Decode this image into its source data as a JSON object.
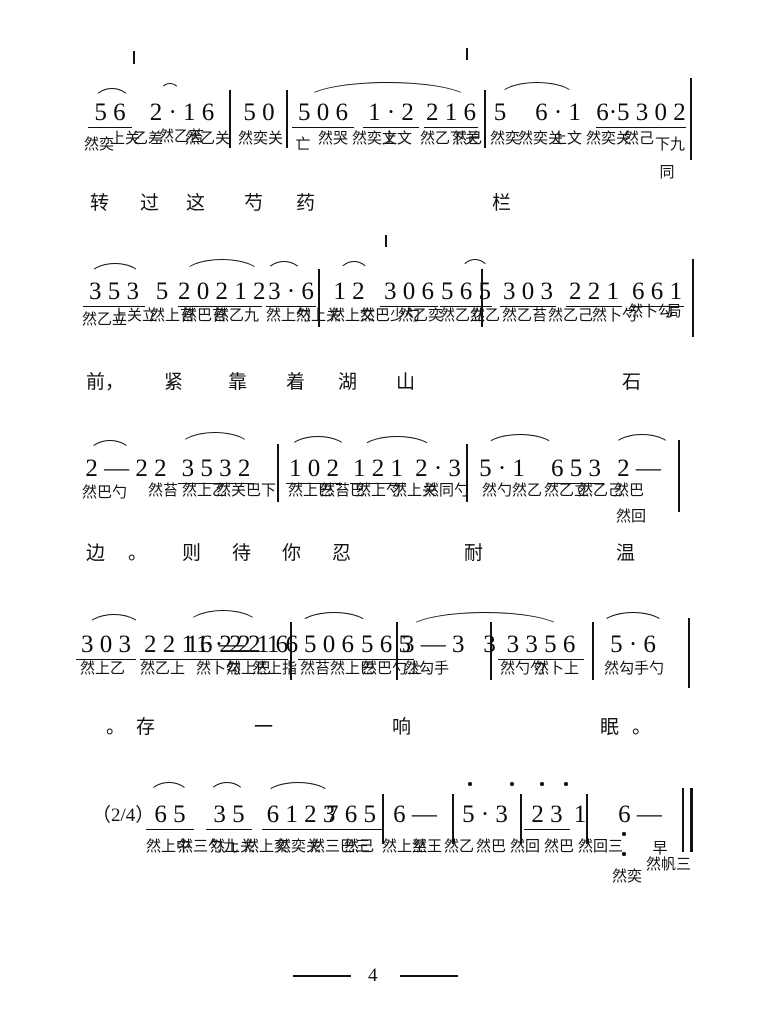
{
  "document": {
    "type": "chinese-gongche-jianpu-score",
    "page_label": "4",
    "meter_mark": "（2/4）"
  },
  "systems": [
    {
      "id": "system-1",
      "measures": [
        {
          "notes": "5 6",
          "underline": "under-2"
        },
        {
          "notes": "2 · 1 6",
          "underline": "under-mixed"
        },
        {
          "notes": "5 0"
        },
        {
          "notes": "5 0 6",
          "underline": "under-3"
        },
        {
          "notes": "1 · 2",
          "underline": "under-1"
        },
        {
          "notes": "2 1 6",
          "underline": "under-2"
        },
        {
          "notes": "5"
        },
        {
          "notes": "6 · 1"
        },
        {
          "notes": "6·5 3 0 2",
          "underline": "under-mixed"
        }
      ],
      "lyrics": [
        "转",
        "过",
        "这",
        "芍",
        "药",
        "栏"
      ]
    },
    {
      "id": "system-2",
      "measures": [
        {
          "notes": "3 5 3",
          "underline": "under-3"
        },
        {
          "notes": "5"
        },
        {
          "notes": "2 0 2 1 2",
          "underline": "under-5"
        },
        {
          "notes": "3 · 6",
          "underline": "under-1"
        },
        {
          "notes": "1 2"
        },
        {
          "notes": "3 0 6",
          "underline": "under-3"
        },
        {
          "notes": "5 6 5",
          "underline": "under-3"
        },
        {
          "notes": "3 0 3",
          "underline": "under-3"
        },
        {
          "notes": "2 2 1",
          "underline": "under-3"
        },
        {
          "notes": "6 6 1",
          "underline": "under-2"
        }
      ],
      "lyrics": [
        "前，",
        "紧",
        "靠",
        "着",
        "湖",
        "山",
        "石"
      ]
    },
    {
      "id": "system-3",
      "measures": [
        {
          "notes": "2 — 2 2"
        },
        {
          "notes": "3 5 3 2",
          "underline": "under-4"
        },
        {
          "notes": "1 0 2",
          "underline": "under-3"
        },
        {
          "notes": "1 2 1",
          "underline": "under-3"
        },
        {
          "notes": "2 · 3"
        },
        {
          "notes": "5 · 1"
        },
        {
          "notes": "6 5 3",
          "underline": "under-3"
        },
        {
          "notes": "2 —"
        }
      ],
      "lyrics": [
        "边",
        "。",
        "则",
        "待",
        "你",
        "忍",
        "耐",
        "温"
      ]
    },
    {
      "id": "system-4",
      "measures": [
        {
          "notes": "3 0 3",
          "underline": "under-3"
        },
        {
          "notes": "2 2 1",
          "underline": "under-3"
        },
        {
          "notes": "6 —"
        },
        {
          "notes": "1 · 2 2 1 6",
          "underline": "under-mixed"
        },
        {
          "notes": "5 0 6",
          "underline": "under-3"
        },
        {
          "notes": "5 6 5",
          "underline": "under-3"
        },
        {
          "notes": "3 — 3   3"
        },
        {
          "notes": "3 3 5 6",
          "underline": "under-2"
        },
        {
          "notes": "5 · 6",
          "underline": "under-1"
        }
      ],
      "lyrics": [
        "。",
        "存",
        "一",
        "响",
        "眠",
        "。"
      ]
    },
    {
      "id": "system-5",
      "measures": [
        {
          "notes": "6 5",
          "underline": "under-2"
        },
        {
          "notes": "3 5",
          "underline": "under-2"
        },
        {
          "notes": "6 1 2 3",
          "underline": "under-4"
        },
        {
          "notes": "7 6 5",
          "underline": "under-3"
        },
        {
          "notes": "6 —"
        },
        {
          "notes": "5 · 3"
        },
        {
          "notes": "2 3",
          "underline": "under-2"
        },
        {
          "notes": "1"
        },
        {
          "notes": "6 —"
        }
      ],
      "lyrics": []
    }
  ],
  "gongche_columns": {
    "system1": [
      "然奕",
      "上关",
      "乙差",
      "然乙苔",
      "然乙关",
      "然奕关",
      "然奕关",
      "亡",
      "然哭",
      "然奕文",
      "上文",
      "然乙下关",
      "然己",
      "然奕",
      "然奕关",
      "上文",
      "然奕关",
      "然己",
      "下九",
      "同"
    ],
    "system2": [
      "然乙立",
      "上关立",
      "然上苔",
      "然巴苔",
      "然乙九",
      "然上勺",
      "然上关",
      "然上文",
      "然巴少勺",
      "然乙奕",
      "然乙立",
      "然乙",
      "然乙苔",
      "然乙己",
      "然卜勺",
      "然卜勾",
      "局",
      "石"
    ],
    "system3": [
      "然巴勺",
      "然苔",
      "然上乙",
      "然关巴下",
      "然上巴",
      "然苔巴",
      "然上勺",
      "然上关",
      "然同勺",
      "然勺",
      "然乙",
      "然乙立",
      "然乙己",
      "然巴",
      "然回"
    ],
    "system4": [
      "然上乙",
      "然乙上",
      "然卜勾",
      "然上巴",
      "然上指",
      "然苔",
      "然上巴",
      "然巴勺上",
      "然勾手",
      "然勺勺",
      "然卜上",
      "然勾手勺",
      "然勾勺"
    ],
    "system5": [
      "然上中",
      "然三勺九",
      "然上关",
      "然上奕",
      "然奕关",
      "然三巴三",
      "然己",
      "然上至",
      "然王",
      "然乙",
      "然巴",
      "然回",
      "然巴",
      "然回三",
      "然奕",
      "然帆三",
      "早"
    ]
  }
}
